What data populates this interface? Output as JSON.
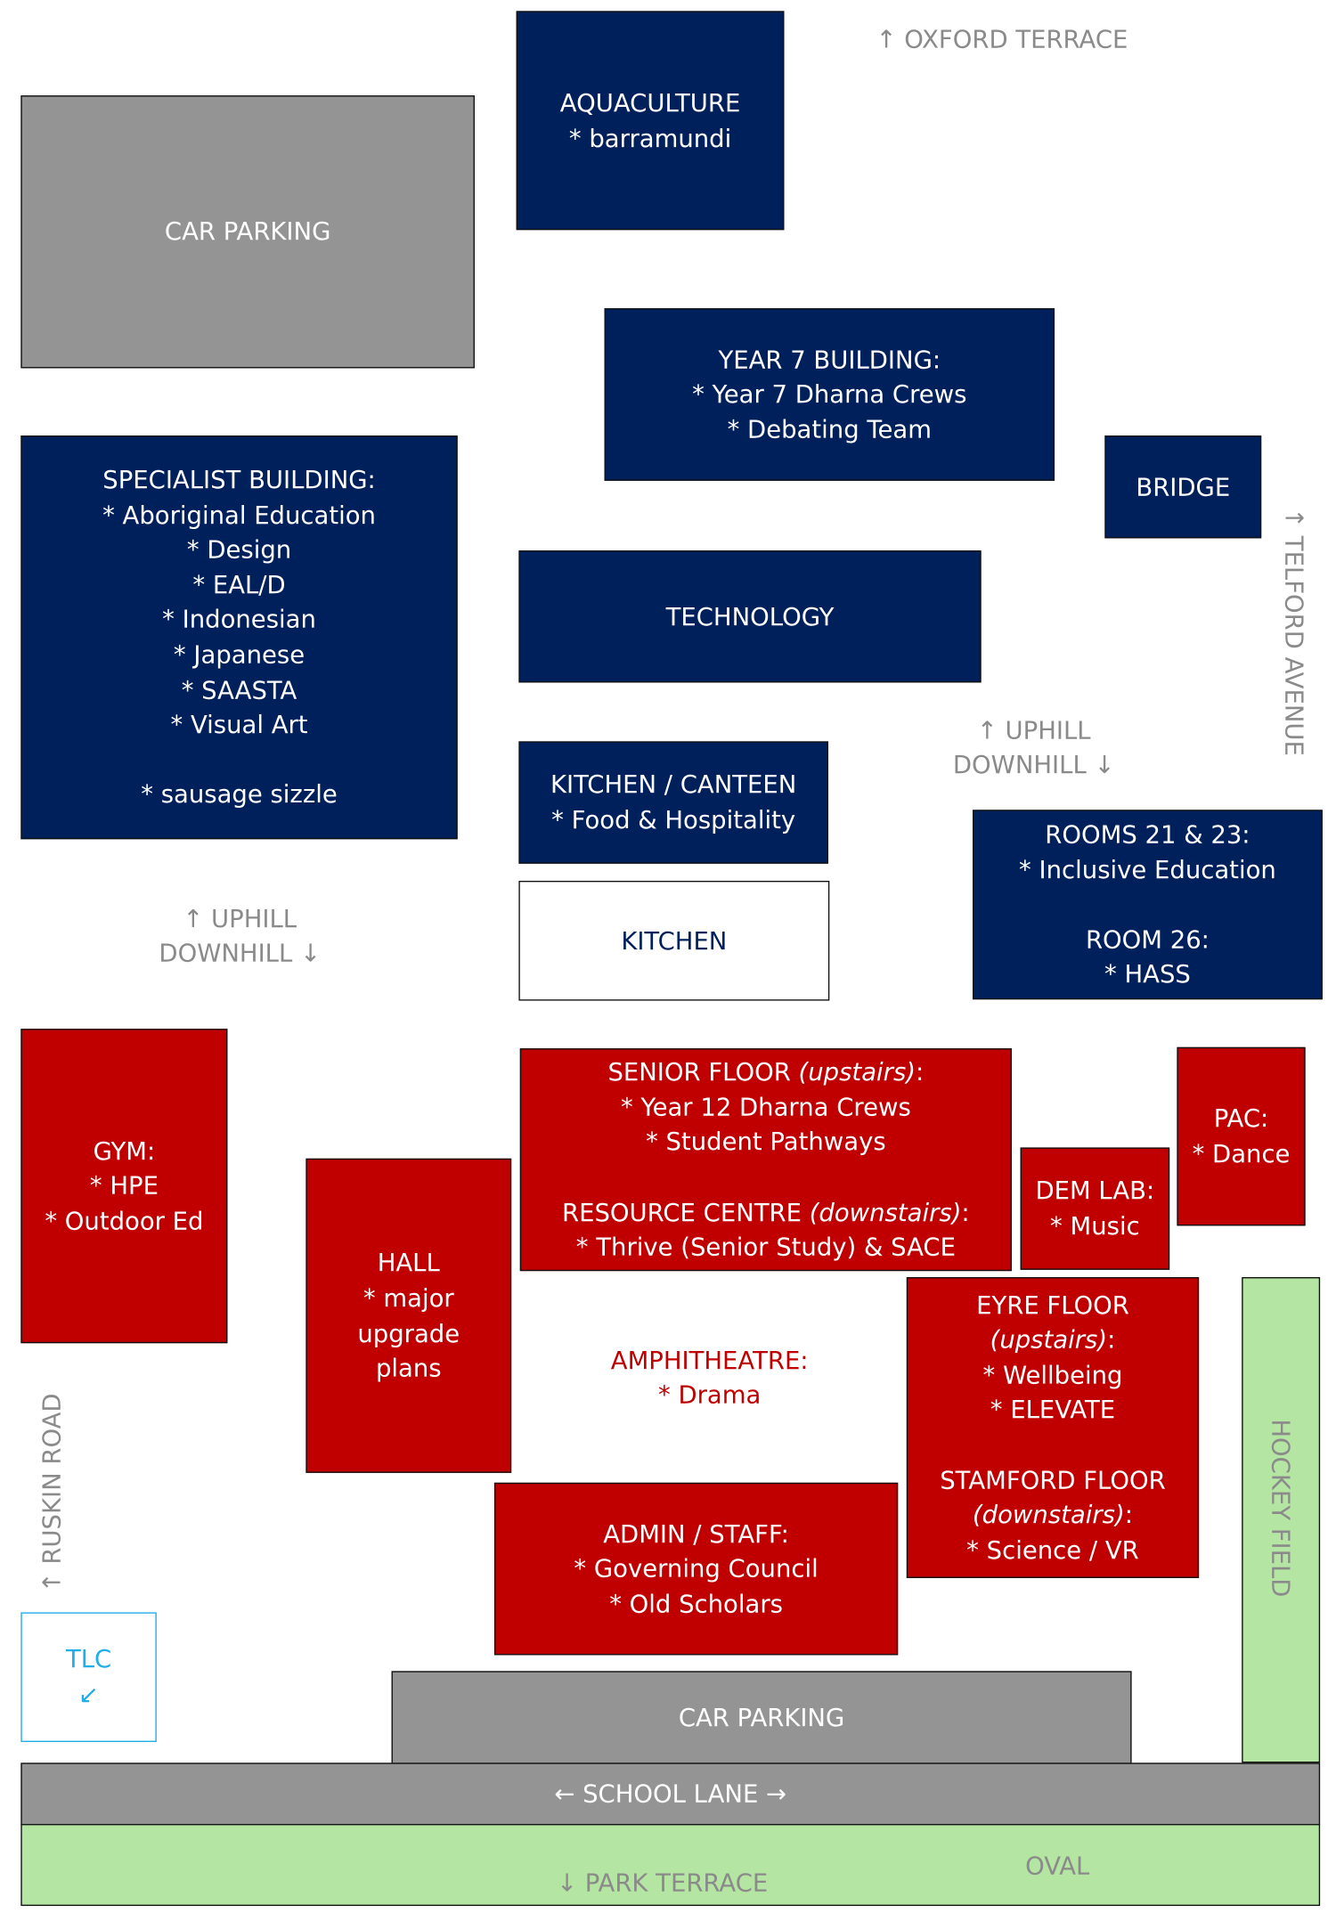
{
  "colors": {
    "navy": "#00205b",
    "red": "#c00000",
    "gray": "#949494",
    "green": "#b5e5a3",
    "blue": "#1eaee8"
  },
  "buildings": [
    {
      "id": "aquaculture",
      "style": "navy",
      "lines": [
        [
          "AQUACULTURE"
        ],
        [
          "* barramundi"
        ]
      ]
    },
    {
      "id": "car-parking-top",
      "style": "gray",
      "lines": [
        [
          "CAR PARKING"
        ]
      ]
    },
    {
      "id": "year-7-building",
      "style": "navy",
      "lines": [
        [
          "YEAR 7 BUILDING:"
        ],
        [
          "* Year 7 Dharna Crews"
        ],
        [
          "* Debating Team"
        ]
      ]
    },
    {
      "id": "bridge",
      "style": "navy",
      "lines": [
        [
          "BRIDGE"
        ]
      ]
    },
    {
      "id": "specialist-building",
      "style": "navy",
      "lines": [
        [
          "SPECIALIST BUILDING:"
        ],
        [
          "* Aboriginal Education"
        ],
        [
          "* Design"
        ],
        [
          "* EAL/D"
        ],
        [
          "* Indonesian"
        ],
        [
          "* Japanese"
        ],
        [
          "* SAASTA"
        ],
        [
          "* Visual Art"
        ],
        [
          ""
        ],
        [
          "* sausage sizzle"
        ]
      ]
    },
    {
      "id": "technology",
      "style": "navy",
      "lines": [
        [
          "TECHNOLOGY"
        ]
      ]
    },
    {
      "id": "kitchen-canteen",
      "style": "navy",
      "lines": [
        [
          "KITCHEN / CANTEEN"
        ],
        [
          "* Food & Hospitality"
        ]
      ]
    },
    {
      "id": "kitchen",
      "style": "white",
      "lines": [
        [
          "KITCHEN"
        ]
      ]
    },
    {
      "id": "rooms-21-23",
      "style": "navy",
      "lines": [
        [
          "ROOMS 21 & 23:"
        ],
        [
          "* Inclusive Education"
        ],
        [
          ""
        ],
        [
          "ROOM 26:"
        ],
        [
          "* HASS"
        ]
      ]
    },
    {
      "id": "gym",
      "style": "red",
      "lines": [
        [
          "GYM:"
        ],
        [
          "* HPE"
        ],
        [
          "* Outdoor Ed"
        ]
      ]
    },
    {
      "id": "senior-floor",
      "style": "red",
      "lines": [
        [
          "SENIOR FLOOR ",
          "(upstairs)",
          ":"
        ],
        [
          "* Year 12 Dharna Crews"
        ],
        [
          "* Student Pathways"
        ],
        [
          ""
        ],
        [
          "RESOURCE CENTRE ",
          "(downstairs)",
          ":"
        ],
        [
          "* Thrive (Senior Study) & SACE"
        ]
      ]
    },
    {
      "id": "pac",
      "style": "red",
      "lines": [
        [
          "PAC:"
        ],
        [
          "* Dance"
        ]
      ]
    },
    {
      "id": "dem-lab",
      "style": "red",
      "lines": [
        [
          "DEM LAB:"
        ],
        [
          "* Music"
        ]
      ]
    },
    {
      "id": "hall",
      "style": "red",
      "lines": [
        [
          "HALL"
        ],
        [
          "* major"
        ],
        [
          "upgrade"
        ],
        [
          "plans"
        ]
      ]
    },
    {
      "id": "eyre-floor",
      "style": "red",
      "lines": [
        [
          "EYRE FLOOR"
        ],
        [
          "",
          "(upstairs)",
          ":"
        ],
        [
          "* Wellbeing"
        ],
        [
          "* ELEVATE"
        ],
        [
          ""
        ],
        [
          "STAMFORD FLOOR"
        ],
        [
          "",
          "(downstairs)",
          ":"
        ],
        [
          "* Science / VR"
        ]
      ]
    },
    {
      "id": "admin-staff",
      "style": "red",
      "lines": [
        [
          "ADMIN / STAFF:"
        ],
        [
          "* Governing Council"
        ],
        [
          "* Old Scholars"
        ]
      ]
    },
    {
      "id": "hockey-field",
      "style": "green",
      "lines": []
    },
    {
      "id": "tlc",
      "style": "tlc",
      "lines": [
        [
          "TLC"
        ],
        [
          "↙"
        ]
      ]
    },
    {
      "id": "car-parking-bottom",
      "style": "gray",
      "lines": [
        [
          "CAR PARKING"
        ]
      ]
    },
    {
      "id": "school-lane",
      "style": "gray",
      "lines": [
        [
          "← SCHOOL LANE →"
        ]
      ]
    },
    {
      "id": "oval",
      "style": "green",
      "lines": []
    }
  ],
  "labels": {
    "oxford_terrace": "↑ OXFORD TERRACE",
    "telford_avenue": "↑ TELFORD AVENUE",
    "ruskin_road": "↑ RUSKIN ROAD",
    "hockey_field": "HOCKEY FIELD",
    "uphill_right": "↑ UPHILL",
    "downhill_right": "DOWNHILL ↓",
    "uphill_left": "↑ UPHILL",
    "downhill_left": "DOWNHILL ↓",
    "amphitheatre": "AMPHITHEATRE:",
    "amphitheatre_sub": "* Drama",
    "park_terrace": "↓ PARK TERRACE",
    "oval": "OVAL"
  }
}
